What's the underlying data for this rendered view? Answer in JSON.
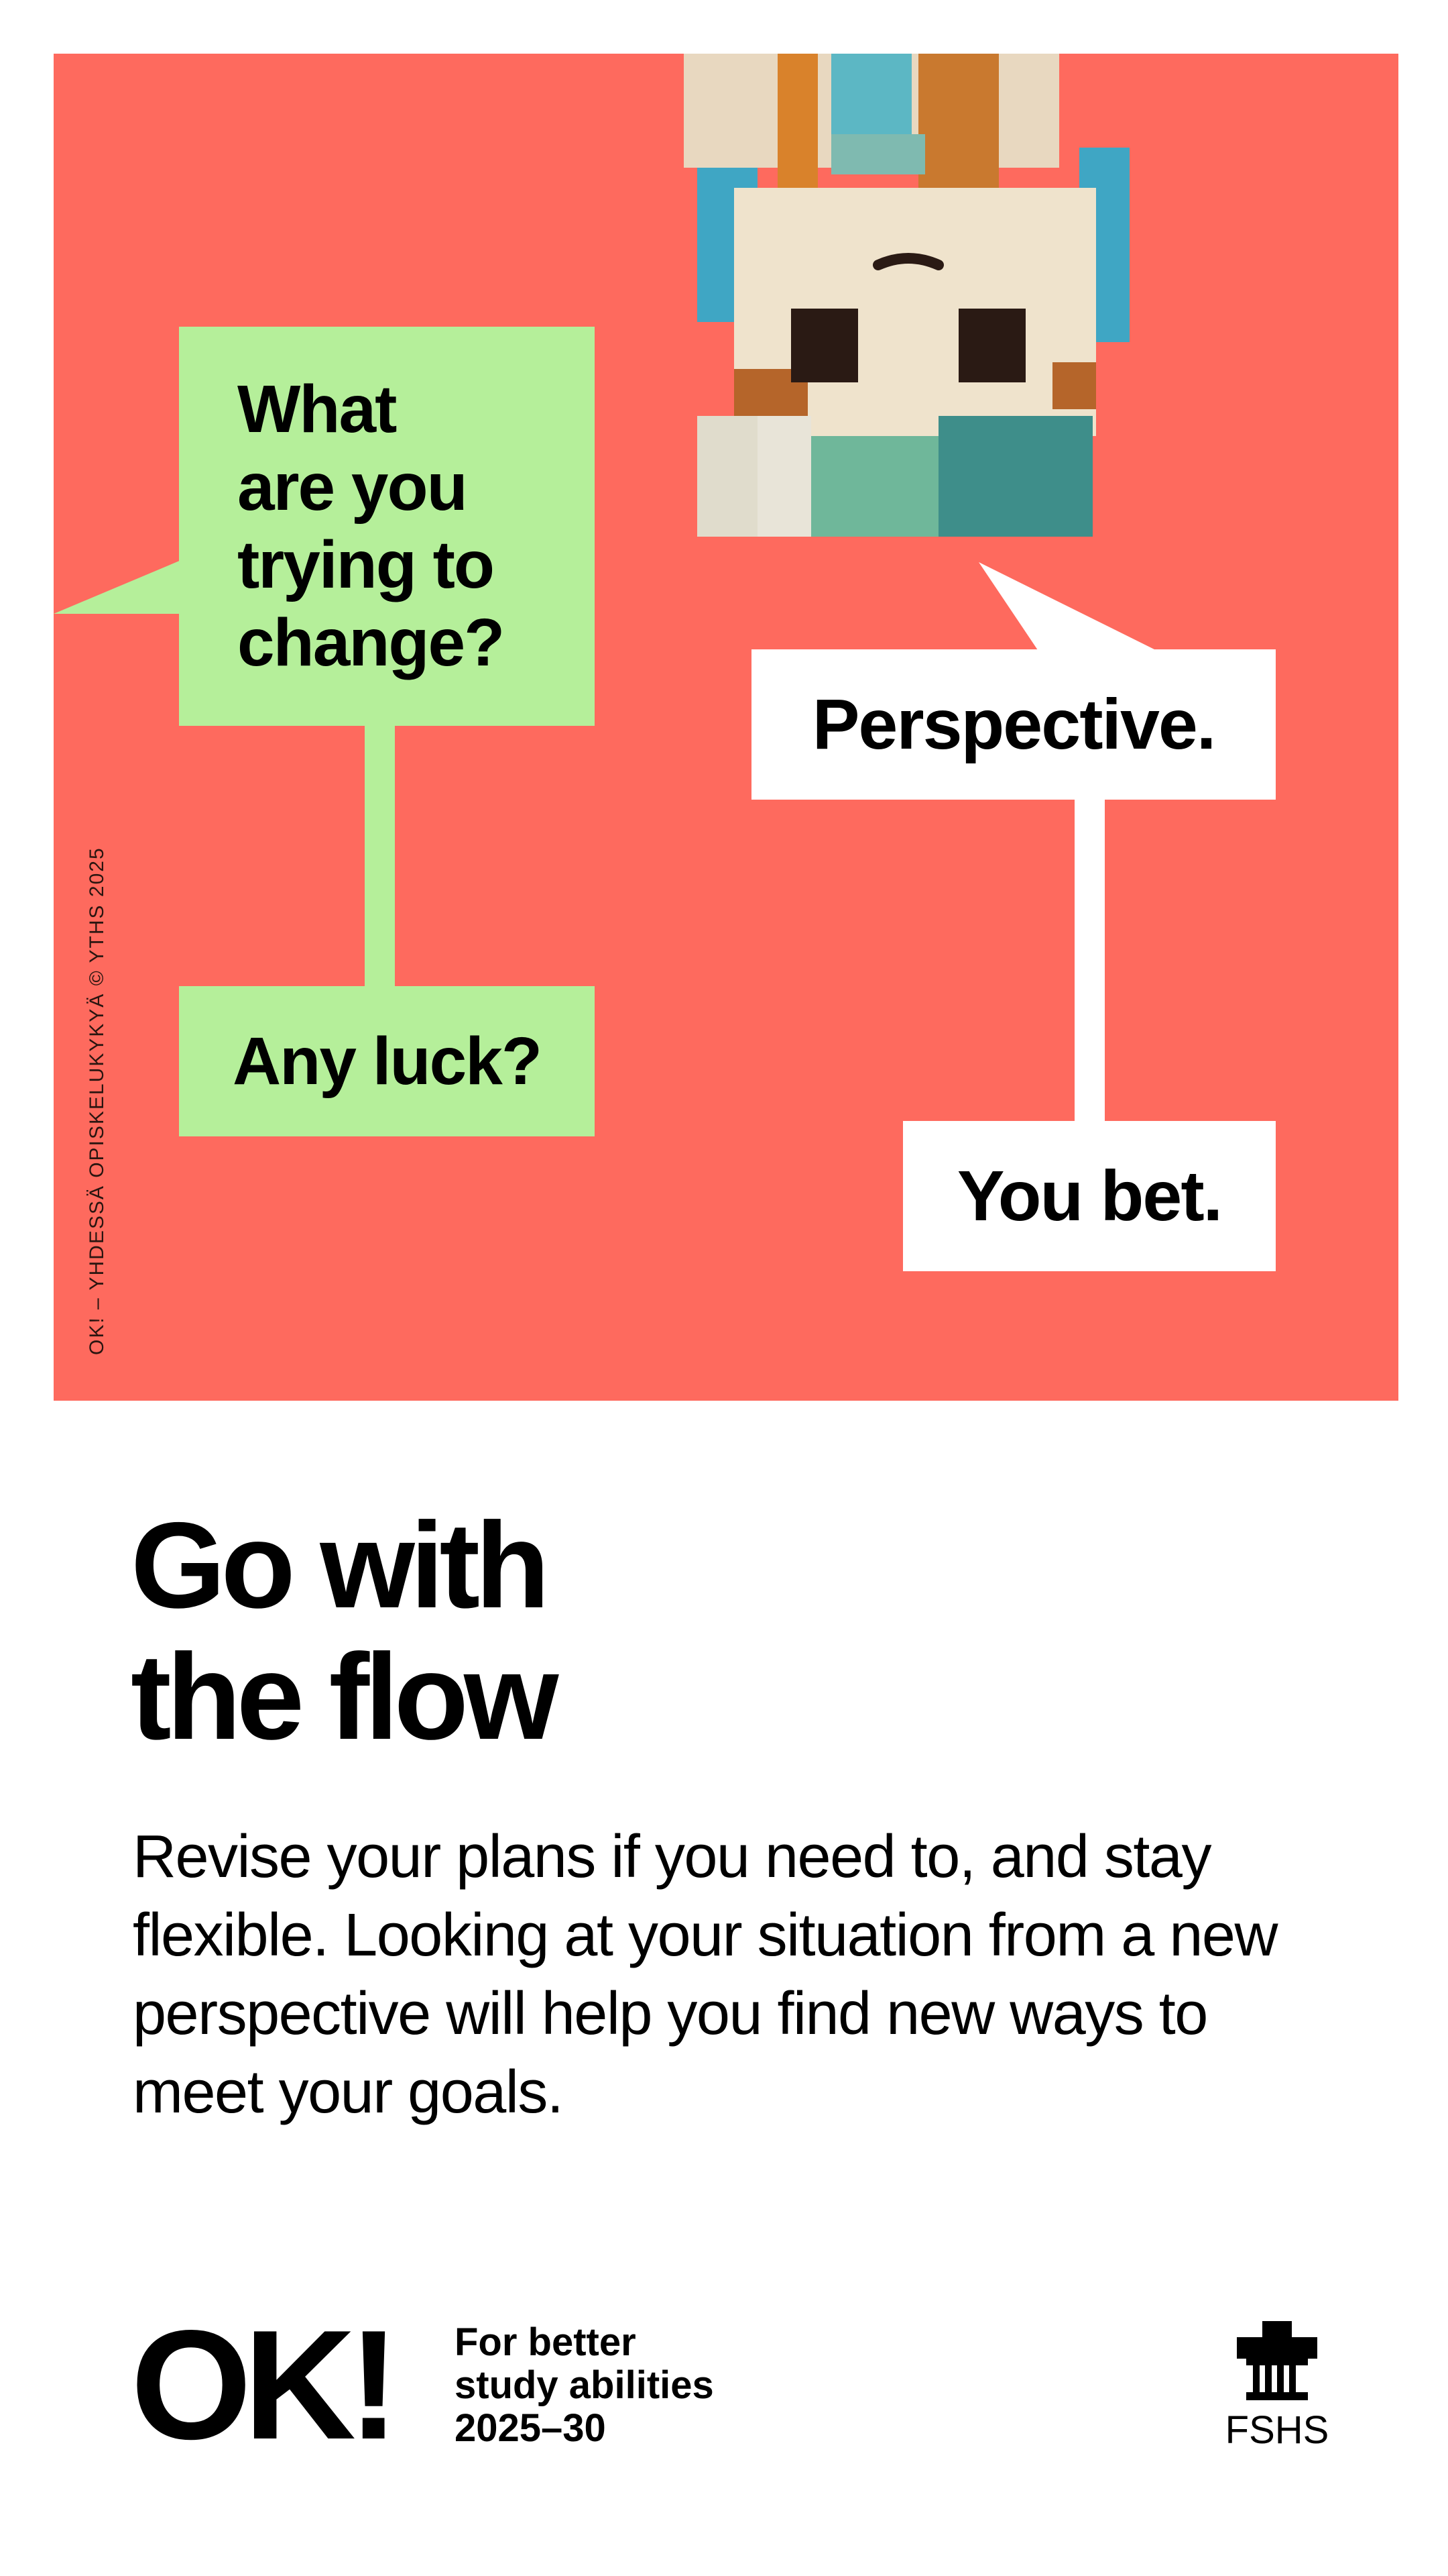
{
  "illustration": {
    "credit": "OK! – YHDESSÄ OPISKELUKYKYÄ © YTHS 2025",
    "bubbles": {
      "question": [
        "What",
        "are you",
        "trying to",
        "change?"
      ],
      "follow_up": "Any luck?",
      "answer": "Perspective.",
      "reply": "You bet."
    },
    "colors": {
      "background": "#fe6a5e",
      "green_bubble": "#b5ef9a",
      "white_bubble": "#ffffff"
    }
  },
  "headline": [
    "Go with",
    "the flow"
  ],
  "body": "Revise your plans if you need to, and stay flexible. Looking at your situation from a new perspective will help you find new ways to meet your goals.",
  "footer": {
    "logo": "OK!",
    "tagline": [
      "For better",
      "study abilities",
      "2025–30"
    ],
    "org": "FSHS",
    "org_icon": "column-pillar-icon"
  }
}
